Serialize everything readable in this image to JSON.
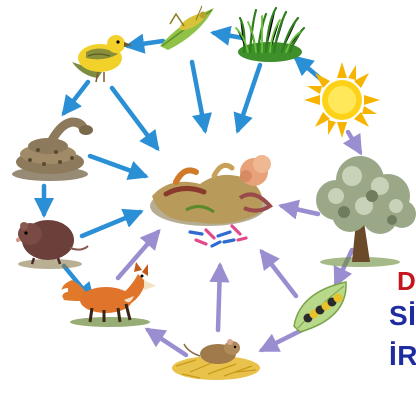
{
  "diagram": {
    "type": "food-web-cycle",
    "nodes": [
      {
        "id": "grass",
        "icon": "grass-icon"
      },
      {
        "id": "grasshopper",
        "icon": "grasshopper-icon"
      },
      {
        "id": "bird",
        "icon": "bird-icon"
      },
      {
        "id": "snake",
        "icon": "snake-icon"
      },
      {
        "id": "mole",
        "icon": "mole-icon"
      },
      {
        "id": "fox",
        "icon": "fox-icon"
      },
      {
        "id": "mouse",
        "icon": "mouse-icon"
      },
      {
        "id": "caterpillar",
        "icon": "caterpillar-icon"
      },
      {
        "id": "tree",
        "icon": "tree-icon"
      },
      {
        "id": "sun",
        "icon": "sun-icon"
      },
      {
        "id": "decomposers",
        "icon": "decomposers-icon"
      }
    ],
    "colors": {
      "blue_arrow": "#2b8fd6",
      "purple_arrow": "#9b8ed0",
      "title_red": "#c4161c",
      "title_blue": "#1f2ca0"
    }
  },
  "title": {
    "line1": "D",
    "line2": "SİS",
    "line3": "İR"
  }
}
